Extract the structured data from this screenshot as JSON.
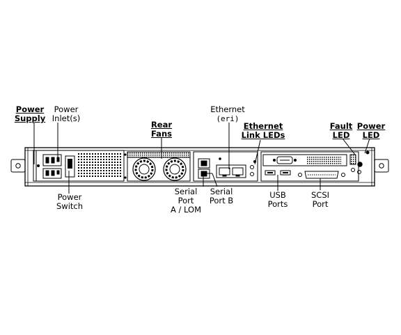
{
  "labels": {
    "power_supply": [
      "Power",
      "Supply"
    ],
    "power_inlet": [
      "Power",
      "Inlet(s)"
    ],
    "power_switch": [
      "Power",
      "Switch"
    ],
    "rear_fans": [
      "Rear",
      "Fans"
    ],
    "ethernet": [
      "Ethernet"
    ],
    "ethernet_eri": [
      "(eri)"
    ],
    "ethernet_link_leds": [
      "Ethernet",
      "Link LEDs"
    ],
    "fault_led": [
      "Fault",
      "LED"
    ],
    "power_led": [
      "Power",
      "LED"
    ],
    "serial_port_a": [
      "Serial",
      "Port",
      "A / LOM"
    ],
    "serial_port_b": [
      "Serial",
      "Port B"
    ],
    "usb_ports": [
      "USB",
      "Ports"
    ],
    "scsi_port": [
      "SCSI",
      "Port"
    ]
  },
  "colors": {
    "line": "#000000",
    "background": "#ffffff"
  }
}
